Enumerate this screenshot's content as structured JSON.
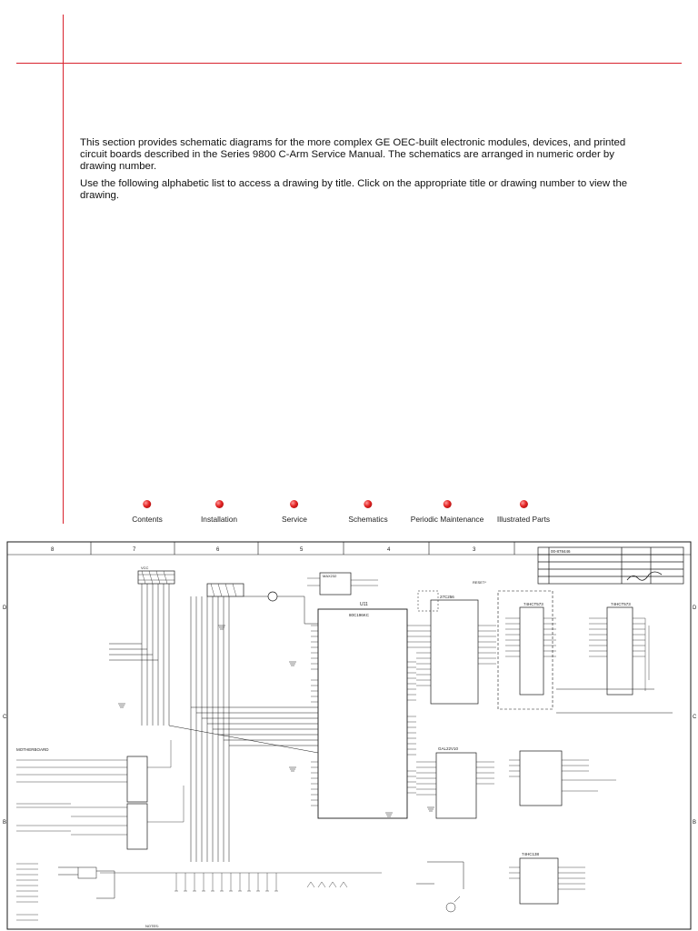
{
  "intro": {
    "paragraph1": "This section provides schematic diagrams for the more complex GE OEC-built electronic modules, devices, and printed circuit boards described in the Series 9800 C-Arm Service Manual.  The schematics are arranged in numeric order by drawing number.",
    "paragraph2": "Use the following alphabetic list to access a drawing by title.  Click on the appropriate title or drawing number to view the drawing."
  },
  "nav": {
    "items": [
      {
        "label": "Contents",
        "icon": "red-dot-icon"
      },
      {
        "label": "Installation",
        "icon": "red-dot-icon"
      },
      {
        "label": "Service",
        "icon": "red-dot-icon"
      },
      {
        "label": "Schematics",
        "icon": "red-dot-icon"
      },
      {
        "label": "Periodic Maintenance",
        "icon": "red-dot-icon"
      },
      {
        "label": "Illustrated Parts",
        "icon": "red-dot-icon"
      }
    ]
  },
  "schematic": {
    "zone_columns": [
      "8",
      "7",
      "6",
      "5",
      "4",
      "3"
    ],
    "zone_rows": [
      "D",
      "C",
      "B"
    ],
    "drawing_number": "00-878446",
    "components": {
      "u11": "U11",
      "u11_part": "80C196KC",
      "eprom": "27C256",
      "latch1": "74HCT573",
      "latch2": "74HCT573",
      "buffer": "74HC138",
      "max232": "MAX232",
      "gal": "GAL22V10"
    },
    "labels": {
      "motherboard": "MOTHERBOARD",
      "vcc": "VCC",
      "reset": "RESET*",
      "note": "NOTES:"
    },
    "colors": {
      "accent": "#d9232e",
      "ink": "#1a1a1a"
    }
  }
}
